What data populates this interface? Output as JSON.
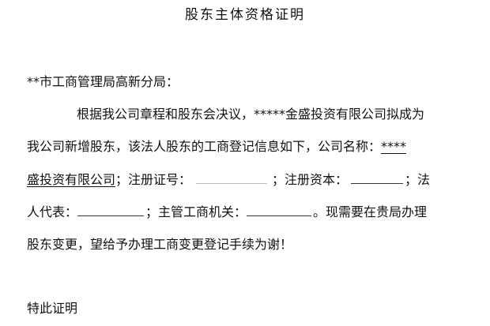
{
  "document": {
    "title": "股东主体资格证明",
    "addressee": "**市工商管理局高新分局：",
    "p1_line1": "根据我公司章程和股东会决议，*****金盛投资有限公司拟成为",
    "p1_line2_a": "我公司新增股东，该法人股东的工商登记信息如下，公司名称：",
    "p1_line2_b": "****",
    "p1_line3_a": "盛投资有限公司",
    "p1_line3_b": "；注册证号：",
    "p1_line3_c": "；注册资本：",
    "p1_line3_d": "；法",
    "p1_line4_a": "人代表：",
    "p1_line4_b": "；主管工商机关：",
    "p1_line4_c": "。现需要在贵局办理",
    "p1_line5": "股东变更，望给予办理工商变更登记手续为谢！",
    "closing": "特此证明"
  }
}
